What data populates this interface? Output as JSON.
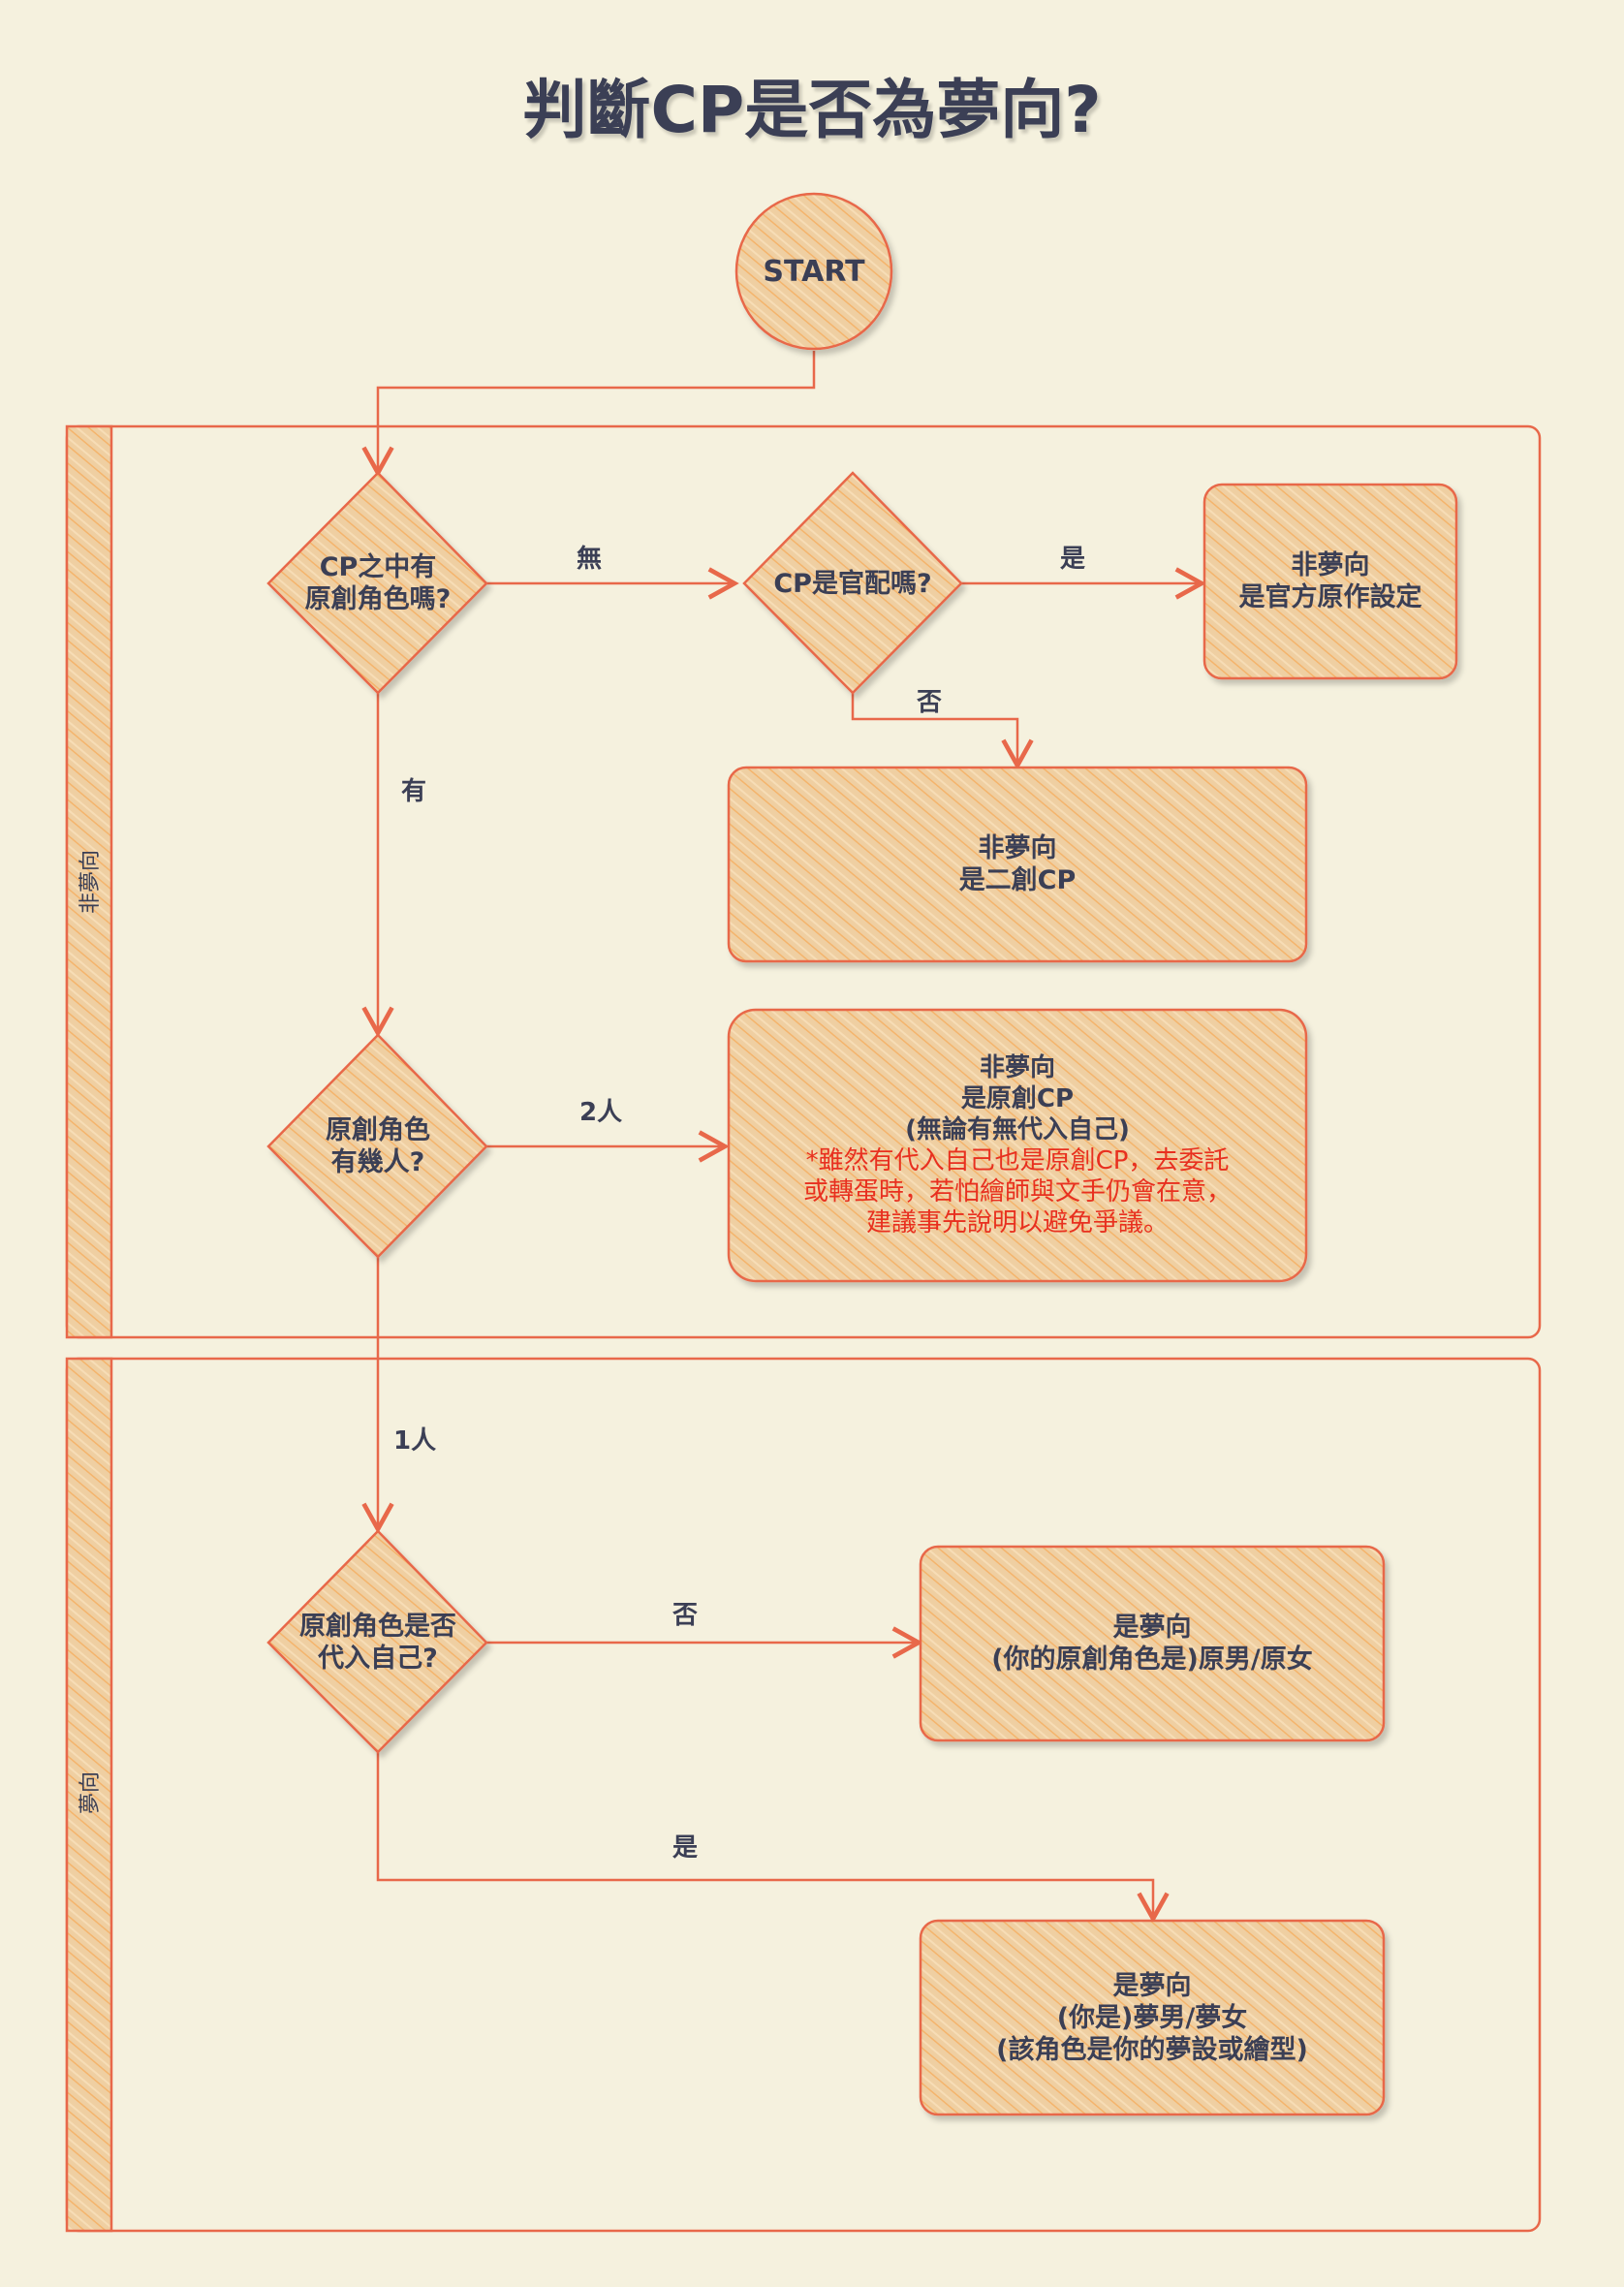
{
  "title": "判斷CP是否為夢向?",
  "lanes": {
    "non_dream": "非夢向",
    "dream": "夢向"
  },
  "nodes": {
    "start": "START",
    "q_original": [
      "CP之中有",
      "原創角色嗎?"
    ],
    "q_official": "CP是官配嗎?",
    "r_official": [
      "非夢向",
      "是官方原作設定"
    ],
    "r_fanwork": [
      "非夢向",
      "是二創CP"
    ],
    "q_count": [
      "原創角色",
      "有幾人?"
    ],
    "r_original_cp": {
      "lines": [
        "非夢向",
        "是原創CP",
        "(無論有無代入自己)"
      ],
      "note": [
        "*雖然有代入自己也是原創CP，去委託",
        "或轉蛋時，若怕繪師與文手仍會在意，",
        "建議事先說明以避免爭議。"
      ]
    },
    "q_self": [
      "原創角色是否",
      "代入自己?"
    ],
    "r_original_char": [
      "是夢向",
      "(你的原創角色是)原男/原女"
    ],
    "r_dream": [
      "是夢向",
      "(你是)夢男/夢女",
      "(該角色是你的夢設或繪型)"
    ]
  },
  "edges": {
    "none": "無",
    "yes1": "是",
    "no1": "否",
    "has": "有",
    "two": "2人",
    "one": "1人",
    "no2": "否",
    "yes2": "是"
  },
  "colors": {
    "background": "#f5f1de",
    "stroke": "#e8684a",
    "fill": "#efcfa2",
    "hatch": "#f0b978",
    "text": "#3b3f55",
    "note": "#e8301f"
  }
}
